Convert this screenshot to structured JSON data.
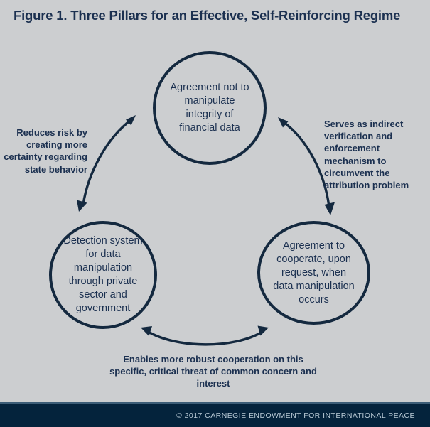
{
  "figure": {
    "title": "Figure 1. Three Pillars for an Effective, Self-Reinforcing Regime",
    "background_color": "#ccced0",
    "ink_color": "#14293f",
    "text_color": "#1b3050"
  },
  "pillars": [
    {
      "id": "agreement-integrity",
      "position": "top",
      "text": "Agreement not to manipulate integrity of financial data"
    },
    {
      "id": "detection-system",
      "position": "left",
      "text": "Detection system for data manipulation through private sector and government"
    },
    {
      "id": "agreement-cooperate",
      "position": "right",
      "text": "Agreement to cooperate, upon request, when data manipulation occurs"
    }
  ],
  "connectors": [
    {
      "id": "left-connector",
      "from": "detection-system",
      "to": "agreement-integrity",
      "style": "double-headed-curved-arrow",
      "label": "Reduces risk by creating more certainty regarding state behavior",
      "label_align": "right"
    },
    {
      "id": "right-connector",
      "from": "agreement-integrity",
      "to": "agreement-cooperate",
      "style": "double-headed-curved-arrow",
      "label": "Serves as indirect verification and enforcement mechanism to circumvent the attribution problem",
      "label_align": "left"
    },
    {
      "id": "bottom-connector",
      "from": "detection-system",
      "to": "agreement-cooperate",
      "style": "double-headed-curved-arrow",
      "label": "Enables more robust cooperation on this specific, critical threat of common concern and interest",
      "label_align": "center"
    }
  ],
  "footer": {
    "credit": "© 2017 CARNEGIE ENDOWMENT FOR INTERNATIONAL PEACE",
    "bar_color": "#04233c",
    "text_color": "#b9cad6"
  }
}
